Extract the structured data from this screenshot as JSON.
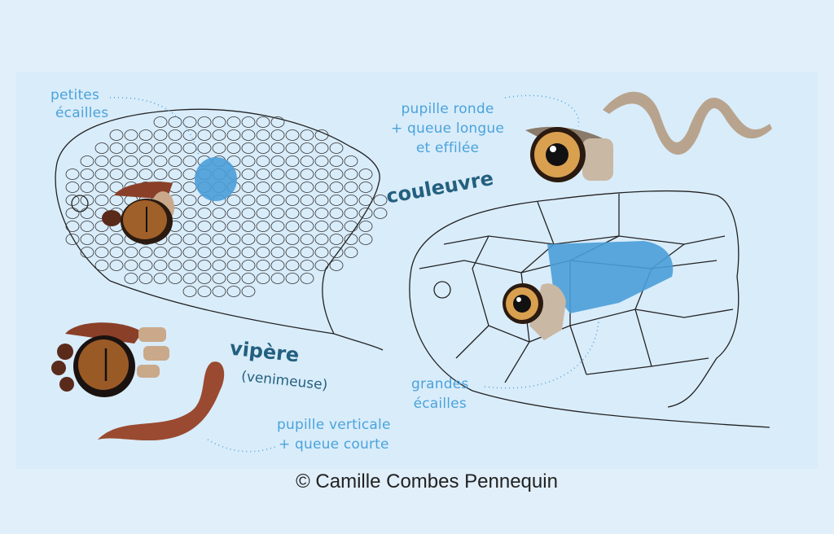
{
  "labels": {
    "small_scales": [
      "petites",
      "écailles"
    ],
    "round_pupil": [
      "pupille ronde",
      "+ queue longue",
      "et effilée"
    ],
    "couleuvre": "couleuvre",
    "vipere": "vipère",
    "venimeuse": "(venimeuse)",
    "large_scales": [
      "grandes",
      "écailles"
    ],
    "vertical_pupil": [
      "pupille verticale",
      "+ queue courte"
    ]
  },
  "credit": "© Camille Combes Pennequin",
  "colors": {
    "background": "#e1effa",
    "label": "#4aa3dc",
    "title": "#23607f",
    "viper_brown": "#8a4028",
    "grass_snake_tan": "#b8a48e",
    "highlight": "#4a9fd8"
  }
}
